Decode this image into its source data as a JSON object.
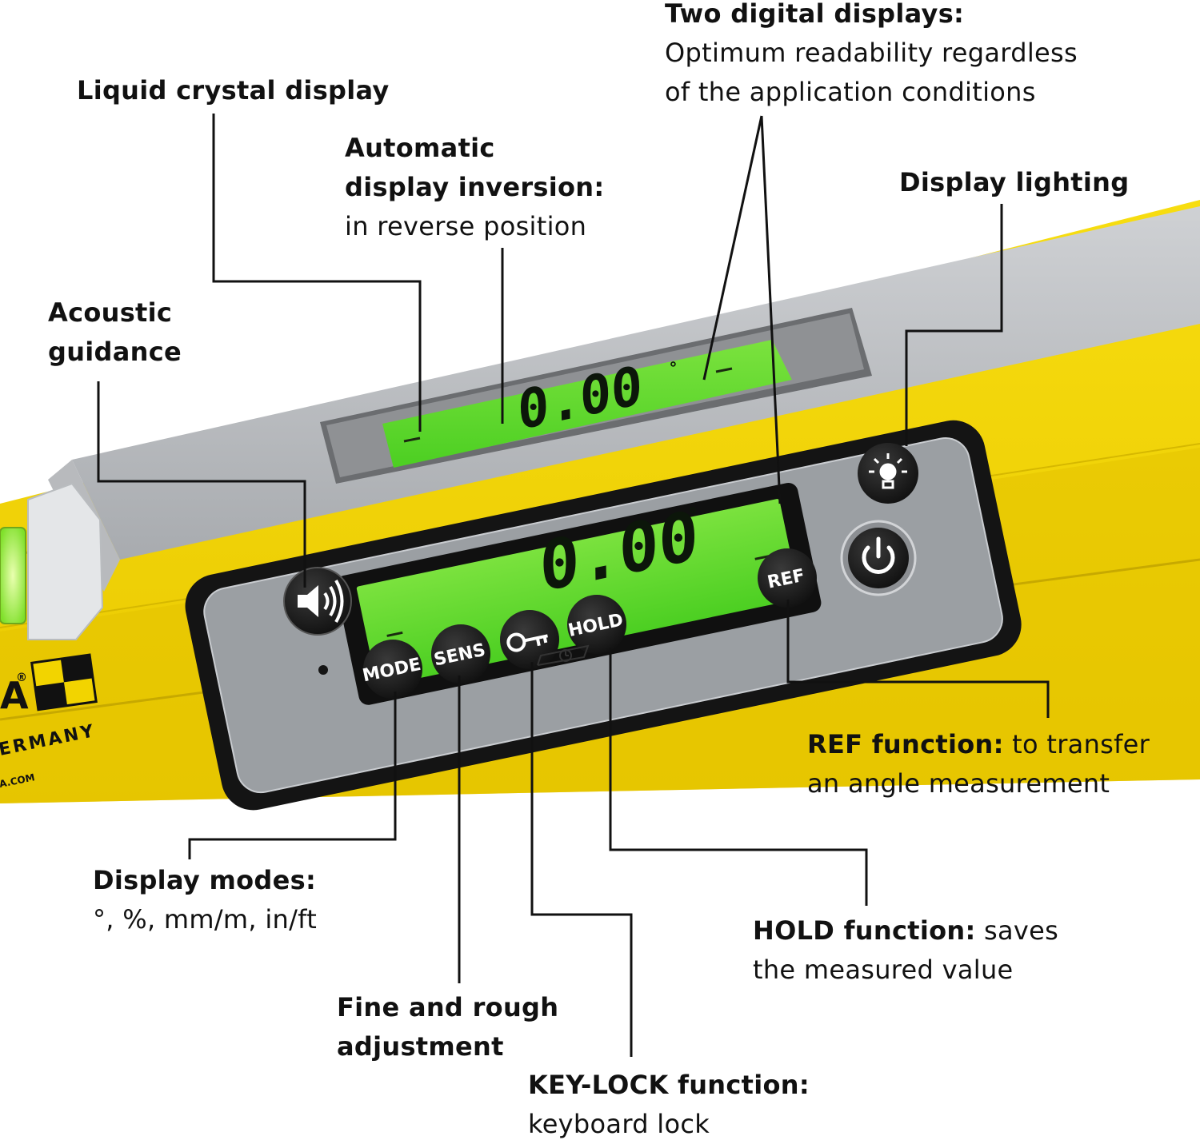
{
  "callouts": {
    "liquid_crystal": {
      "title": "Liquid crystal display"
    },
    "inversion": {
      "title_line1": "Automatic",
      "title_line2": "display inversion:",
      "desc": "in reverse position"
    },
    "two_displays": {
      "title": "Two digital displays:",
      "desc_line1": "Optimum readability regardless",
      "desc_line2": "of the application conditions"
    },
    "display_lighting": {
      "title": "Display lighting"
    },
    "acoustic": {
      "title_line1": "Acoustic",
      "title_line2": "guidance"
    },
    "ref": {
      "title": "REF function:",
      "desc_line1": " to transfer",
      "desc_line2": "an angle measurement"
    },
    "display_modes": {
      "title": "Display modes:",
      "desc": "°, %, mm/m, in/ft"
    },
    "hold": {
      "title": "HOLD function:",
      "desc_line1": " saves",
      "desc_line2": "the measured value"
    },
    "fine_rough": {
      "title_line1": "Fine and rough",
      "title_line2": "adjustment"
    },
    "keylock": {
      "title": "KEY-LOCK function:",
      "desc": "keyboard lock"
    }
  },
  "device": {
    "top_display_value": "0.00",
    "front_display_value": "0.00",
    "degree_symbol": "°",
    "buttons": {
      "mode": "MODE",
      "sens": "SENS",
      "hold": "HOLD",
      "ref": "REF"
    },
    "brand_text": "ERMANY",
    "brand_url": "A.COM",
    "brand_fragment": "A",
    "registered_mark": "®"
  },
  "colors": {
    "level_yellow": "#f2d400",
    "lcd_green": "#5fd92a",
    "panel_grey": "#9b9fa3",
    "bezel_black": "#141414",
    "button_black": "#1c1c1c"
  },
  "icons": [
    "speaker-icon",
    "light-bulb-icon",
    "power-icon",
    "key-icon",
    "clock-icon",
    "bubble-vial-icon"
  ]
}
